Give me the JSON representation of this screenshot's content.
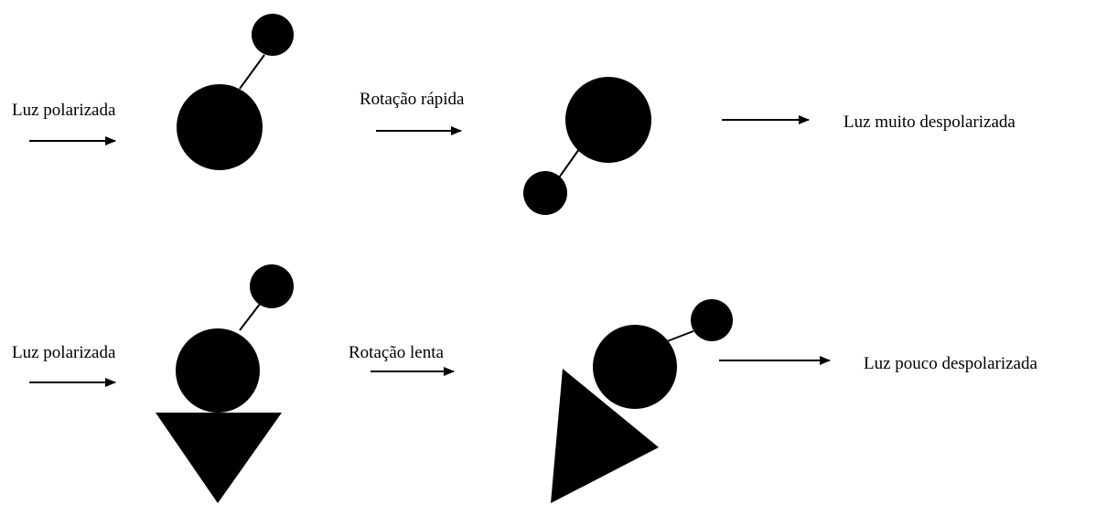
{
  "rows": [
    {
      "input_label": "Luz polarizada",
      "rotation_label": "Rotação rápida",
      "output_label": "Luz muito despolarizada"
    },
    {
      "input_label": "Luz polarizada",
      "rotation_label": "Rotação lenta",
      "output_label": "Luz pouco despolarizada"
    }
  ],
  "colors": {
    "ink": "#000000",
    "background": "#ffffff"
  }
}
